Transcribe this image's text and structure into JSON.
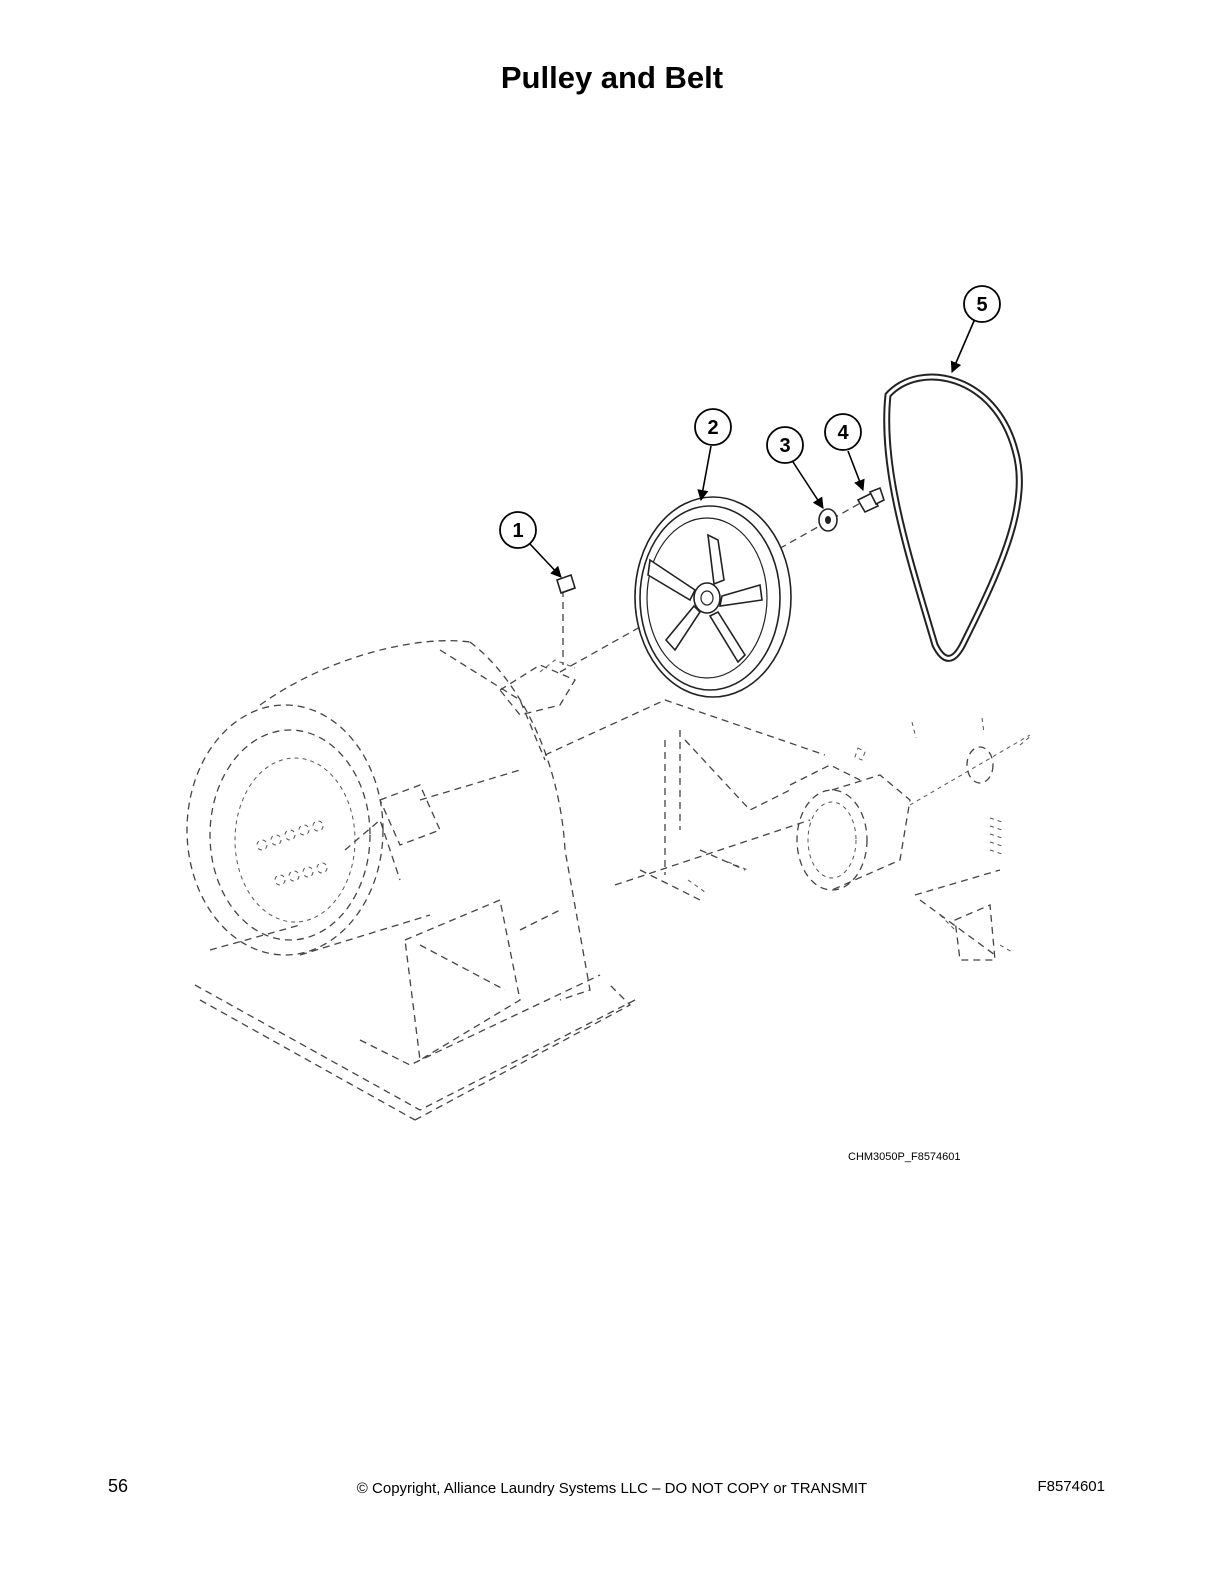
{
  "page": {
    "title": "Pulley and Belt",
    "figure_code": "CHM3050P_F8574601",
    "page_number": "56",
    "copyright": "© Copyright, Alliance Laundry Systems LLC – DO NOT COPY or TRANSMIT",
    "doc_code": "F8574601"
  },
  "callouts": [
    {
      "label": "1",
      "part": "key"
    },
    {
      "label": "2",
      "part": "pulley"
    },
    {
      "label": "3",
      "part": "washer"
    },
    {
      "label": "4",
      "part": "bolt"
    },
    {
      "label": "5",
      "part": "belt"
    }
  ]
}
